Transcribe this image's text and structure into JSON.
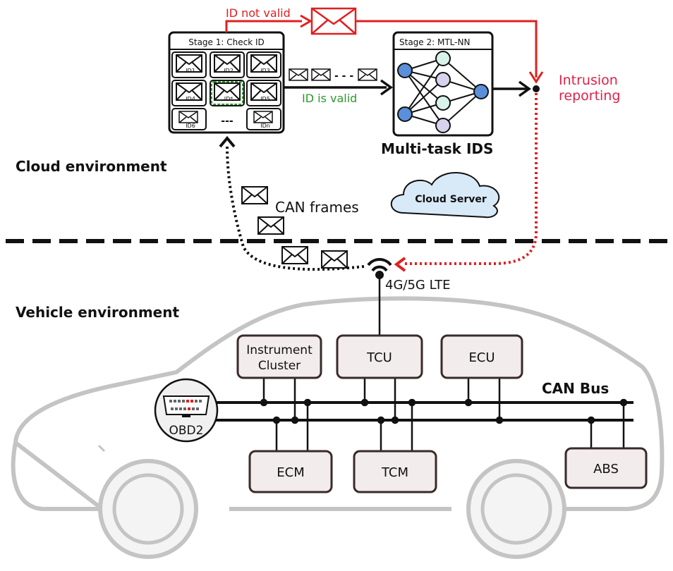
{
  "colors": {
    "red": "#e02020",
    "green": "#2a9a2a",
    "pink": "#e0204a",
    "box_fill": "#f3ecec",
    "box_stroke": "#3a2a2a",
    "car_outline": "#c4c4c4",
    "cloud_fill": "#d8eaf8",
    "nn_blue": "#5b8fd9",
    "nn_mint": "#d9f2ea",
    "nn_lav": "#d9d2ee"
  },
  "cloud": {
    "env_label": "Cloud environment",
    "stage1": {
      "title": "Stage 1: Check ID",
      "ids": [
        "ID1",
        "ID2",
        "ID3",
        "ID4",
        "ID*",
        "ID5",
        "ID6",
        "---",
        "IDn"
      ]
    },
    "stage2": {
      "title": "Stage 2: MTL-NN"
    },
    "ids_label": "Multi-task IDS",
    "id_not_valid": "ID not valid",
    "id_is_valid": "ID is valid",
    "dashes": "- - -",
    "intrusion_line1": "Intrusion",
    "intrusion_line2": "reporting",
    "can_frames": "CAN frames",
    "server_label": "Cloud Server"
  },
  "vehicle": {
    "env_label": "Vehicle environment",
    "lte_label": "4G/5G LTE",
    "can_bus_label": "CAN Bus",
    "obd_label": "OBD2",
    "ecus": {
      "instrument_line1": "Instrument",
      "instrument_line2": "Cluster",
      "tcu": "TCU",
      "ecu": "ECU",
      "ecm": "ECM",
      "tcm": "TCM",
      "abs": "ABS"
    }
  }
}
